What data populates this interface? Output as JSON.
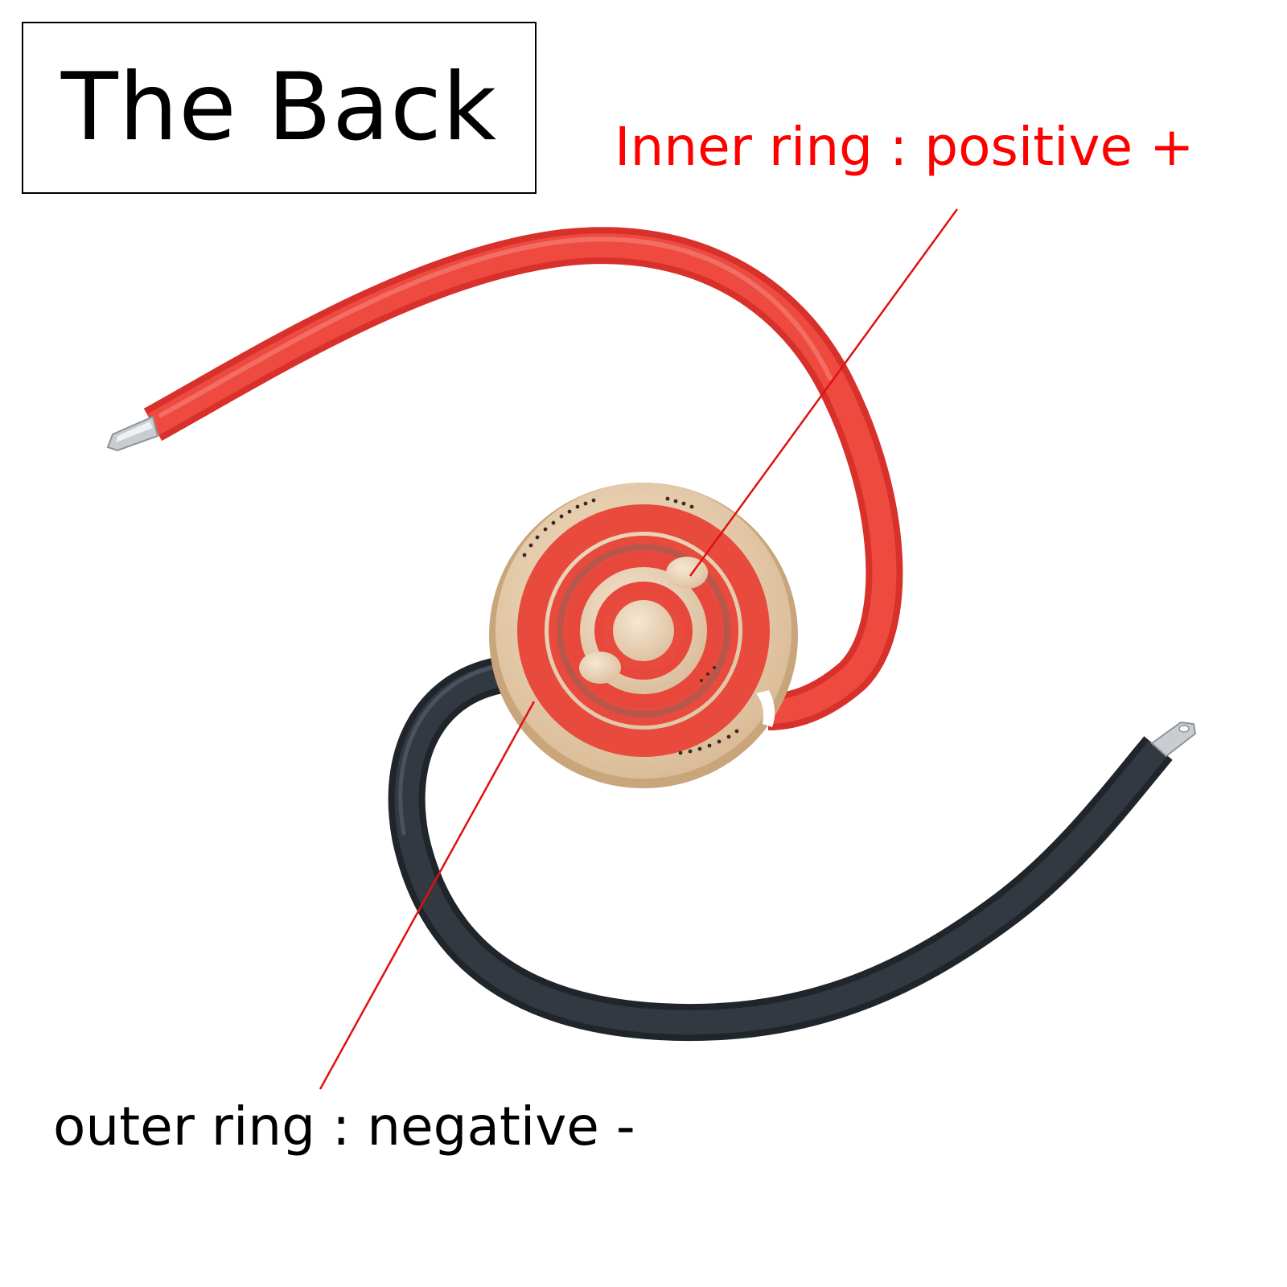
{
  "title": "The Back",
  "labels": {
    "positive": "Inner ring : positive +",
    "negative": "outer ring : negative -"
  },
  "colors": {
    "positive_label": "#ff0000",
    "negative_label": "#000000",
    "red_wire": "#e8372f",
    "black_wire": "#262b31",
    "pcb_base": "#e8cfb0",
    "pcb_red": "#e84a3d",
    "leader_line": "#e01010"
  }
}
